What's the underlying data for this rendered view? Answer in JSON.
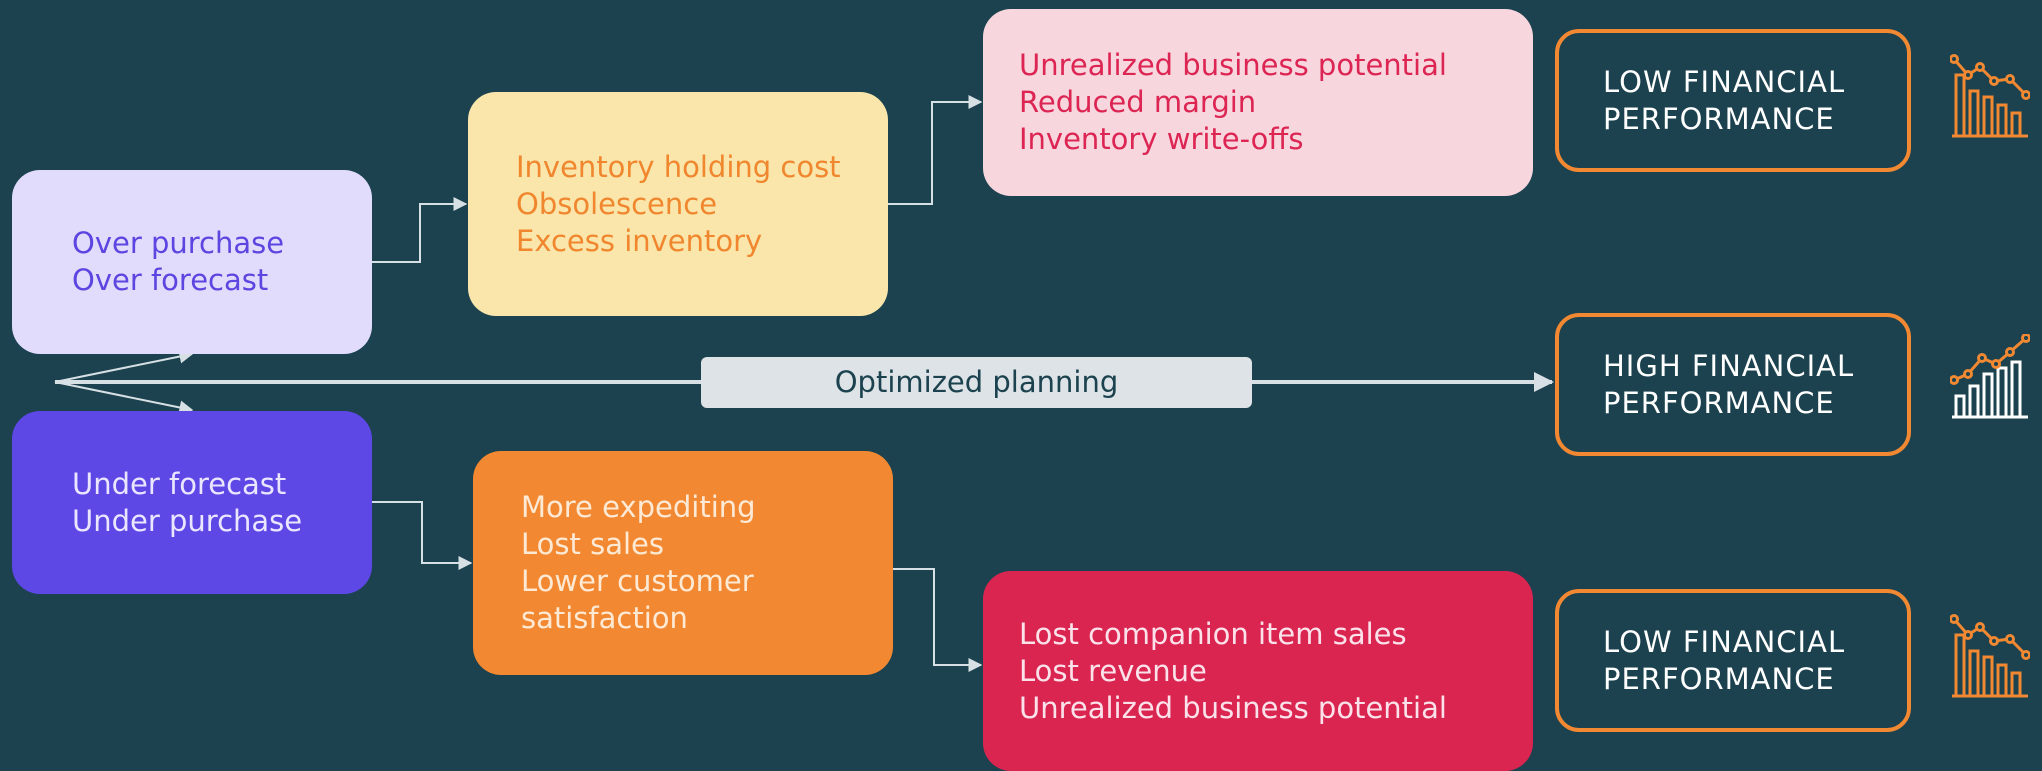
{
  "colors": {
    "background": "#1b424e",
    "connector": "#d7e0e4",
    "performance_border": "#f28932",
    "icon": "#f28932"
  },
  "diagram": {
    "over_box": {
      "lines": [
        "Over purchase",
        "Over forecast"
      ]
    },
    "under_box": {
      "lines": [
        "Under forecast",
        "Under purchase"
      ]
    },
    "holding_box": {
      "lines": [
        "Inventory holding cost",
        "Obsolescence",
        "Excess inventory"
      ]
    },
    "expedite_box": {
      "lines": [
        "More expediting",
        "Lost sales",
        "Lower customer",
        "satisfaction"
      ]
    },
    "potential_box": {
      "lines": [
        "Unrealized business potential",
        "Reduced margin",
        "Inventory write-offs"
      ]
    },
    "lost_box": {
      "lines": [
        "Lost companion item sales",
        "Lost revenue",
        "Unrealized business potential"
      ]
    },
    "center_label": "Optimized planning",
    "performance": [
      {
        "lines": [
          "LOW FINANCIAL",
          "PERFORMANCE"
        ],
        "icon": "declining-bar-chart-icon"
      },
      {
        "lines": [
          "HIGH FINANCIAL",
          "PERFORMANCE"
        ],
        "icon": "rising-bar-chart-icon"
      },
      {
        "lines": [
          "LOW FINANCIAL",
          "PERFORMANCE"
        ],
        "icon": "declining-bar-chart-icon"
      }
    ]
  }
}
